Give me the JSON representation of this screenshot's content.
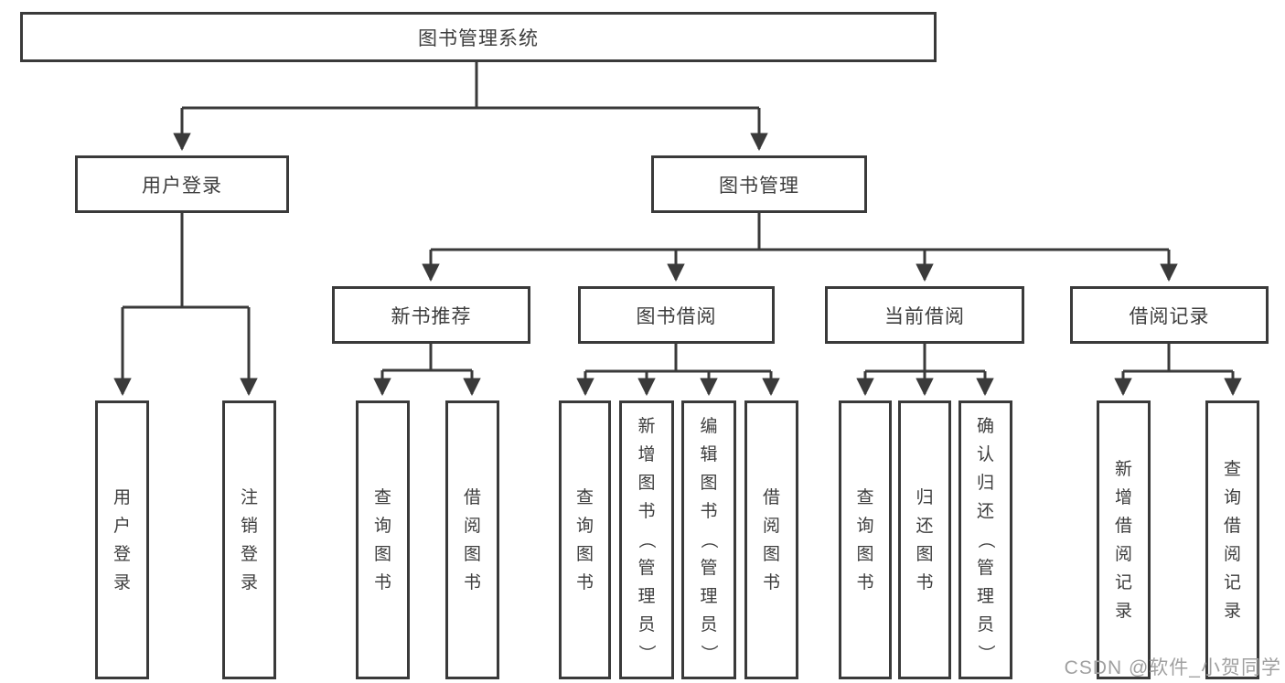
{
  "diagram": {
    "title": "图书管理系统",
    "type": "function-structure-tree",
    "colors": {
      "line": "#3a3a3a",
      "border": "#3a3a3a",
      "text": "#3d3d3d",
      "background": "#ffffff",
      "watermark": "#a0a0a0"
    },
    "watermark": "CSDN @软件_小贺同学",
    "tree": {
      "label": "图书管理系统",
      "children": [
        {
          "label": "用户登录",
          "children": [
            {
              "label": "用户登录"
            },
            {
              "label": "注销登录"
            }
          ]
        },
        {
          "label": "图书管理",
          "children": [
            {
              "label": "新书推荐",
              "children": [
                {
                  "label": "查询图书"
                },
                {
                  "label": "借阅图书"
                }
              ]
            },
            {
              "label": "图书借阅",
              "children": [
                {
                  "label": "查询图书"
                },
                {
                  "label": "新增图书（管理员）"
                },
                {
                  "label": "编辑图书（管理员）"
                },
                {
                  "label": "借阅图书"
                }
              ]
            },
            {
              "label": "当前借阅",
              "children": [
                {
                  "label": "查询图书"
                },
                {
                  "label": "归还图书"
                },
                {
                  "label": "确认归还（管理员）"
                }
              ]
            },
            {
              "label": "借阅记录",
              "children": [
                {
                  "label": "新增借阅记录"
                },
                {
                  "label": "查询借阅记录"
                }
              ]
            }
          ]
        }
      ]
    }
  }
}
